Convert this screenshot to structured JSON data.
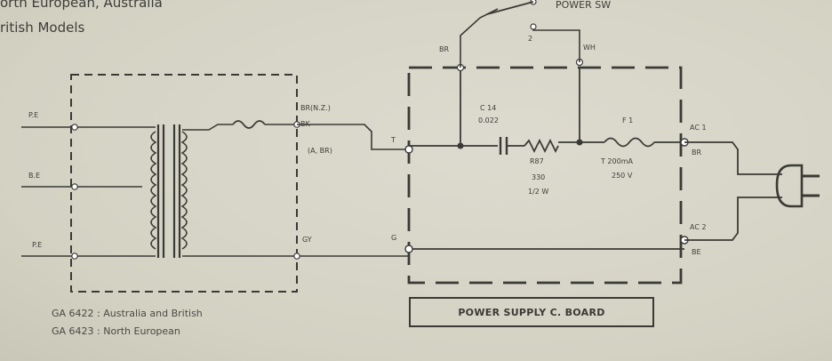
{
  "header": {
    "line1": "orth European, Australia",
    "line2": "ritish  Models"
  },
  "switch": {
    "label": "POWER  SW",
    "terminal2": "2"
  },
  "wire_colors": {
    "brown": "BR",
    "white": "WH",
    "brown_in": "BR(N.Z.)",
    "black_in": "BK",
    "gray": "GY"
  },
  "transformer": {
    "t1": "P.E",
    "t2": "B.E",
    "t3": "P.E",
    "note": "(A, BR)"
  },
  "board": {
    "terminal_t": "T",
    "terminal_g": "G",
    "capacitor": {
      "ref": "C 14",
      "value": "0.022"
    },
    "resistor": {
      "ref": "R87",
      "value": "330",
      "rating": "1/2 W"
    },
    "fuse": {
      "ref": "F 1",
      "rating": "T 200mA",
      "voltage": "250 V"
    },
    "ac1": "AC 1",
    "ac1_wire": "BR",
    "ac2": "AC 2",
    "ac2_wire": "BE",
    "title": "POWER SUPPLY C. BOARD"
  },
  "footnotes": [
    "GA 6422 : Australia and British",
    "GA 6423 : North European"
  ]
}
